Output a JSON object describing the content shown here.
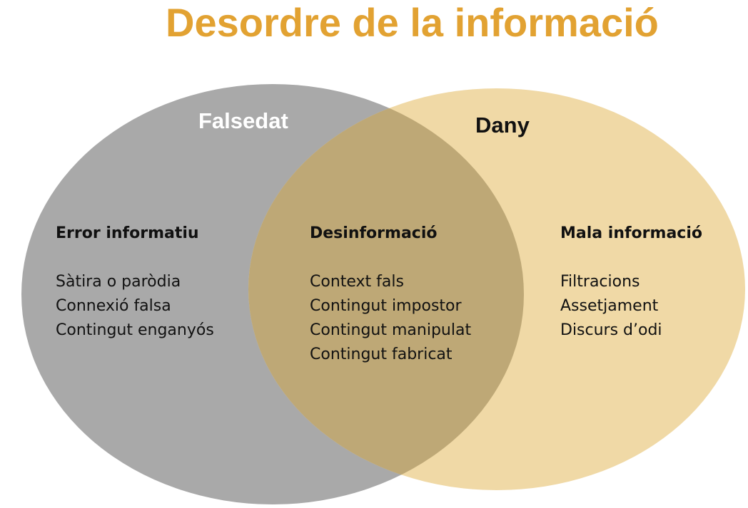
{
  "title": "Desordre de la informació",
  "colors": {
    "title": "#e2a232",
    "left_circle": "#a9a9a9",
    "right_circle": "#f0d9a6",
    "overlap": "#bea876",
    "left_label": "#ffffff",
    "right_label": "#111111"
  },
  "circles": {
    "left": {
      "label": "Falsedat"
    },
    "right": {
      "label": "Dany"
    }
  },
  "groups": {
    "left": {
      "heading": "Error informatiu",
      "items": [
        "Sàtira o paròdia",
        "Connexió falsa",
        "Contingut enganyós"
      ]
    },
    "center": {
      "heading": "Desinformació",
      "items": [
        "Context fals",
        "Contingut impostor",
        "Contingut manipulat",
        "Contingut fabricat"
      ]
    },
    "right": {
      "heading": "Mala informació",
      "items": [
        "Filtracions",
        "Assetjament",
        "Discurs d’odi"
      ]
    }
  }
}
